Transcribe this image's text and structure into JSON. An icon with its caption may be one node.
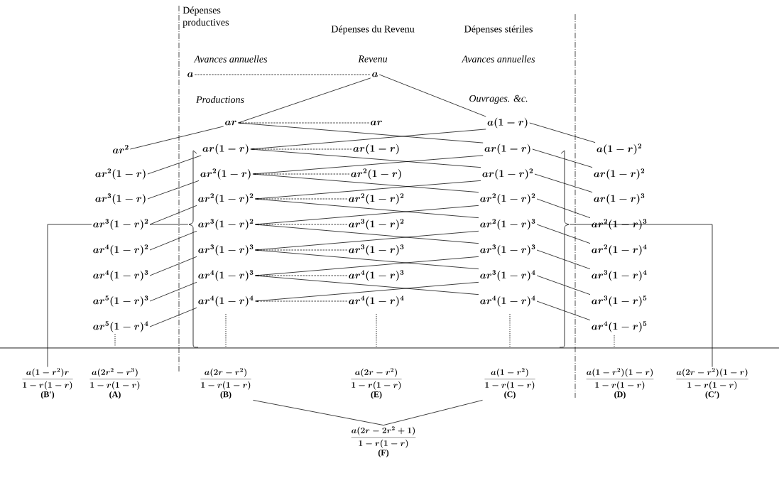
{
  "diagram": {
    "nodes": [
      {
        "text": [
          "a"
        ]
      },
      {
        "text": [
          "a"
        ]
      },
      {
        "text": [
          "ar"
        ]
      },
      {
        "text": [
          "ar"
        ]
      },
      {
        "text": [
          "a(1-r)"
        ]
      },
      {
        "text": [
          "ar^{2}"
        ]
      },
      {
        "text": [
          "ar(1-r)"
        ]
      },
      {
        "text": [
          "ar(1-r)"
        ]
      },
      {
        "text": [
          "ar(1-r)"
        ]
      },
      {
        "text": [
          "a(1-r)^{2}"
        ]
      },
      {
        "text": [
          "ar^{2}(1-r)"
        ]
      },
      {
        "text": [
          "ar^{2}(1-r)"
        ]
      },
      {
        "text": [
          "ar^{2}(1-r)"
        ]
      },
      {
        "text": [
          "ar(1-r)^{2}"
        ]
      },
      {
        "text": [
          "ar(1-r)^{2}"
        ]
      },
      {
        "text": [
          "ar^{3}(1-r)"
        ]
      },
      {
        "text": [
          "ar^{2}(1-r)^{2}"
        ]
      },
      {
        "text": [
          "ar^{2}(1-r)^{2}"
        ]
      },
      {
        "text": [
          "ar^{2}(1-r)^{2}"
        ]
      },
      {
        "text": [
          "ar(1-r)^{3}"
        ]
      },
      {
        "text": [
          "ar^{3}(1-r)^{2}"
        ]
      },
      {
        "text": [
          "ar^{3}(1-r)^{2}"
        ]
      },
      {
        "text": [
          "ar^{3}(1-r)^{2}"
        ]
      },
      {
        "text": [
          "ar^{2}(1-r)^{3}"
        ]
      },
      {
        "text": [
          "ar^{2}(1-r)^{3}"
        ]
      },
      {
        "text": [
          "ar^{4}(1-r)^{2}"
        ]
      },
      {
        "text": [
          "ar^{3}(1-r)^{3}"
        ]
      },
      {
        "text": [
          "ar^{3}(1-r)^{3}"
        ]
      },
      {
        "text": [
          "ar^{3}(1-r)^{3}"
        ]
      },
      {
        "text": [
          "ar^{2}(1-r)^{4}"
        ]
      },
      {
        "text": [
          "ar^{4}(1-r)^{3}"
        ]
      },
      {
        "text": [
          "ar^{4}(1-r)^{3}"
        ]
      },
      {
        "text": [
          "ar^{4}(1-r)^{3}"
        ]
      },
      {
        "text": [
          "ar^{3}(1-r)^{4}"
        ]
      },
      {
        "text": [
          "ar^{3}(1-r)^{4}"
        ]
      },
      {
        "text": [
          "ar^{5}(1-r)^{3}"
        ]
      },
      {
        "text": [
          "ar^{4}(1-r)^{4}"
        ]
      },
      {
        "text": [
          "ar^{4}(1-r)^{4}"
        ]
      },
      {
        "text": [
          "ar^{4}(1-r)^{4}"
        ]
      },
      {
        "text": [
          "ar^{3}(1-r)^{5}"
        ]
      },
      {
        "text": [
          "ar^{5}(1-r)^{4}"
        ]
      },
      {
        "text": [
          "ar^{4}(1-r)^{5}"
        ]
      },
      {
        "text": [],
        "shape": "brace"
      },
      {
        "text": [],
        "shape": "brace"
      },
      {
        "text": [
          "\\frac{a(1-r^{2})r}{1-r(1-r)}",
          "(B′)"
        ]
      },
      {
        "text": [
          "\\frac{a(2r^{2}-r^{3})}{1-r(1-r)}",
          "(A)"
        ]
      },
      {
        "text": [
          "\\frac{a(2r-r^{2})}{1-r(1-r)}",
          "(B)"
        ]
      },
      {
        "text": [
          "\\frac{a(2r-r^{2})}{1-r(1-r)}",
          "(E)"
        ]
      },
      {
        "text": [
          "\\frac{a(1-r^{2})}{1-r(1-r)}",
          "(C)"
        ]
      },
      {
        "text": [
          "\\frac{a(1-r^{2})(1-r)}{1-r(1-r)}",
          "(D)"
        ]
      },
      {
        "text": [
          "\\frac{a(2r-r^{2})(1-r)}{1-r(1-r)}",
          "(C′)"
        ]
      },
      {
        "text": [
          "\\frac{a(2r-2r^{2}+1)}{1-r(1-r)}",
          "(F)"
        ]
      }
    ],
    "edges": [
      {
        "from": 0,
        "to": 1,
        "arrow": "none",
        "style": "dashed"
      },
      {
        "from": 1,
        "to": 2,
        "arrow": "none"
      },
      {
        "from": 1,
        "to": 4,
        "arrow": "none"
      },
      {
        "from": 3,
        "to": 2,
        "arrow": "to",
        "style": "dashed"
      },
      {
        "from": 7,
        "to": 6,
        "arrow": "to",
        "style": "dashed"
      },
      {
        "from": 12,
        "to": 11,
        "arrow": "to",
        "style": "dashed"
      },
      {
        "from": 17,
        "to": 16,
        "arrow": "to",
        "style": "dashed"
      },
      {
        "from": 22,
        "to": 21,
        "arrow": "to",
        "style": "dashed"
      },
      {
        "from": 27,
        "to": 26,
        "arrow": "to",
        "style": "dashed"
      },
      {
        "from": 32,
        "to": 31,
        "arrow": "to",
        "style": "dashed"
      },
      {
        "from": 37,
        "to": 36,
        "arrow": "to",
        "style": "dashed"
      },
      {
        "from": 2,
        "to": 8,
        "arrow": "none"
      },
      {
        "from": 4,
        "to": 6,
        "arrow": "none"
      },
      {
        "from": 6,
        "to": 13,
        "arrow": "none"
      },
      {
        "from": 8,
        "to": 11,
        "arrow": "none"
      },
      {
        "from": 11,
        "to": 18,
        "arrow": "none"
      },
      {
        "from": 13,
        "to": 16,
        "arrow": "none"
      },
      {
        "from": 16,
        "to": 23,
        "arrow": "none"
      },
      {
        "from": 18,
        "to": 21,
        "arrow": "none"
      },
      {
        "from": 21,
        "to": 28,
        "arrow": "none"
      },
      {
        "from": 23,
        "to": 26,
        "arrow": "none"
      },
      {
        "from": 26,
        "to": 33,
        "arrow": "none"
      },
      {
        "from": 28,
        "to": 31,
        "arrow": "none"
      },
      {
        "from": 31,
        "to": 38,
        "arrow": "none"
      },
      {
        "from": 33,
        "to": 36,
        "arrow": "none"
      },
      {
        "from": 2,
        "to": 5,
        "arrow": "none"
      },
      {
        "from": 6,
        "to": 10,
        "arrow": "none"
      },
      {
        "from": 11,
        "to": 15,
        "arrow": "none"
      },
      {
        "from": 16,
        "to": 20,
        "arrow": "none"
      },
      {
        "from": 21,
        "to": 25,
        "arrow": "none"
      },
      {
        "from": 26,
        "to": 30,
        "arrow": "none"
      },
      {
        "from": 31,
        "to": 35,
        "arrow": "none"
      },
      {
        "from": 36,
        "to": 40,
        "arrow": "none"
      },
      {
        "from": 4,
        "to": 9,
        "arrow": "none"
      },
      {
        "from": 8,
        "to": 14,
        "arrow": "none"
      },
      {
        "from": 13,
        "to": 19,
        "arrow": "none"
      },
      {
        "from": 18,
        "to": 24,
        "arrow": "none"
      },
      {
        "from": 23,
        "to": 29,
        "arrow": "none"
      },
      {
        "from": 28,
        "to": 34,
        "arrow": "none"
      },
      {
        "from": 33,
        "to": 39,
        "arrow": "none"
      },
      {
        "from": 38,
        "to": 41,
        "arrow": "none"
      },
      {
        "from": 42,
        "to": 20,
        "arrow": "none"
      },
      {
        "from": 20,
        "to": 44,
        "arrow": "none"
      },
      {
        "from": 43,
        "to": 50,
        "arrow": "none"
      },
      {
        "from": 46,
        "to": 51,
        "arrow": "none"
      },
      {
        "from": 48,
        "to": 51,
        "arrow": "none"
      }
    ],
    "labels": [
      "Dépenses productives",
      "Dépenses du Revenu",
      "Dépenses stériles",
      "Avances annuelles",
      "Revenu",
      "Avances annuelles",
      "Productions",
      "Ouvrages. &c."
    ]
  }
}
